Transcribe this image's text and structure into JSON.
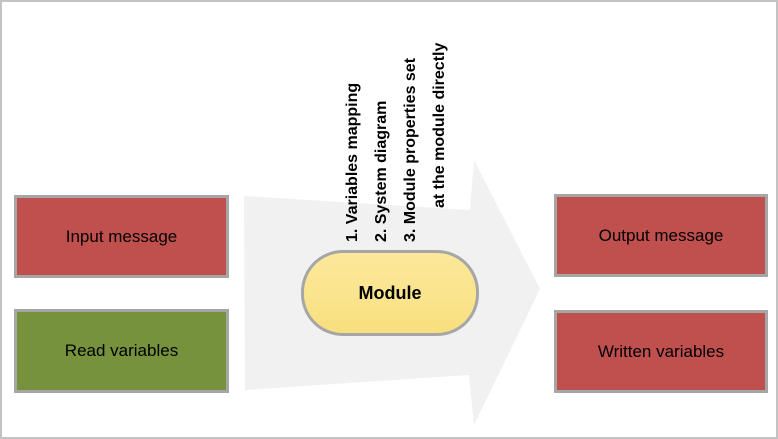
{
  "diagram": {
    "inputs": [
      {
        "label": "Input message"
      },
      {
        "label": "Read variables"
      }
    ],
    "module": {
      "label": "Module"
    },
    "notes": [
      "1. Variables mapping",
      "2. System diagram",
      "3. Module properties set",
      "at the module directly"
    ],
    "outputs": [
      {
        "label": "Output message"
      },
      {
        "label": "Written variables"
      }
    ]
  },
  "colors": {
    "red_box": "#c0504d",
    "green_box": "#77923d",
    "module_fill": "#fae48c",
    "arrow_fill": "#f1f1f1",
    "shape_border": "#a6a6a6",
    "page_border": "#c3c3c3"
  }
}
